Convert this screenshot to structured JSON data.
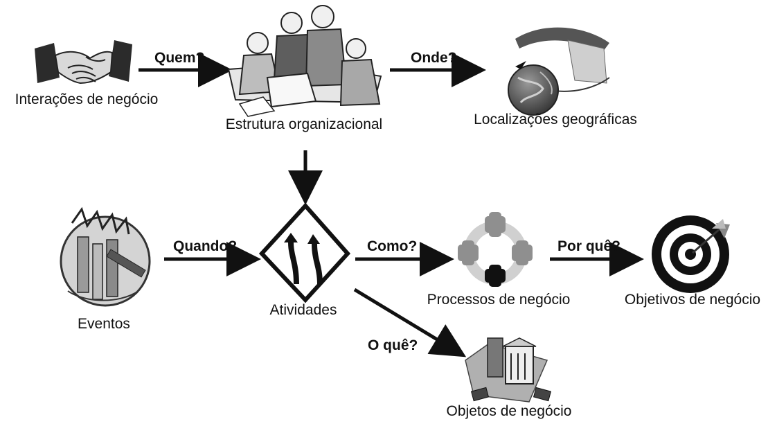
{
  "nodes": {
    "interacoes": "Interações de negócio",
    "estrutura": "Estrutura organizacional",
    "localizacoes": "Localizações geográficas",
    "eventos": "Eventos",
    "atividades": "Atividades",
    "processos": "Processos de negócio",
    "objetivos": "Objetivos de negócio",
    "objetos": "Objetos de negócio"
  },
  "edges": {
    "quem": "Quem?",
    "onde": "Onde?",
    "quando": "Quando?",
    "como": "Como?",
    "porque": "Por quê?",
    "oque": "O quê?"
  },
  "icons": [
    "handshake-icon",
    "business-team-icon",
    "globe-plane-icon",
    "event-collage-icon",
    "road-sign-icon",
    "process-cycle-icon",
    "target-icon",
    "business-objects-icon"
  ]
}
